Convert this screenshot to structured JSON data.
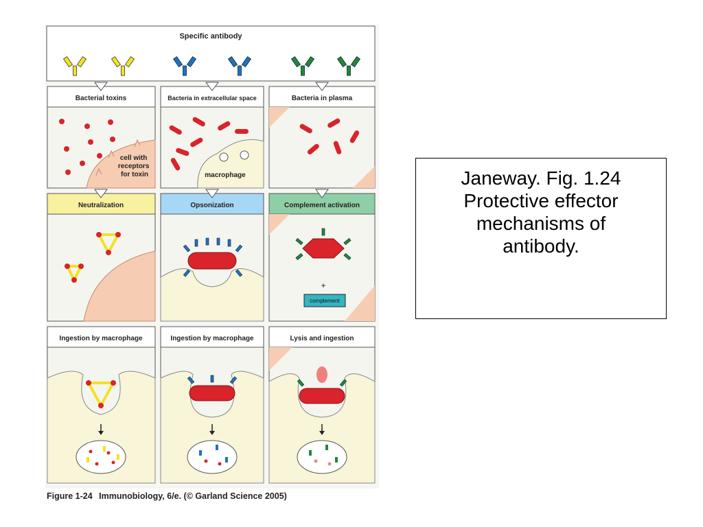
{
  "figure": {
    "top_title": "Specific antibody",
    "columns": [
      {
        "antigen_header": "Bacterial toxins",
        "mechanism_header": "Neutralization",
        "final_header": "Ingestion by macrophage"
      },
      {
        "antigen_header": "Bacteria in extracellular space",
        "mechanism_header": "Opsonization",
        "final_header": "Ingestion by macrophage"
      },
      {
        "antigen_header": "Bacteria in plasma",
        "mechanism_header": "Complement activation",
        "final_header": "Lysis and ingestion"
      }
    ],
    "labels": {
      "cell_receptor": [
        "cell with",
        "receptors",
        "for toxin"
      ],
      "macrophage": "macrophage",
      "plus": "+",
      "complement": "complement"
    },
    "caption": {
      "label": "Figure 1-24",
      "text": "Immunobiology, 6/e. (© Garland Science 2005)"
    },
    "colors": {
      "antibody_yellow": "#f2e222",
      "antibody_blue": "#1e73c2",
      "antibody_green": "#1e8a3a",
      "bacteria_red": "#d8242a",
      "mech_yellow": "#f7f1a0",
      "mech_blue": "#a6d8f5",
      "mech_green": "#8fcfa6",
      "cell_pink": "#f6cdb3",
      "macrophage_cream": "#f8f5d8"
    }
  },
  "note": {
    "lines": [
      "Janeway. Fig. 1.24",
      "Protective effector",
      "mechanisms of",
      "antibody."
    ]
  }
}
